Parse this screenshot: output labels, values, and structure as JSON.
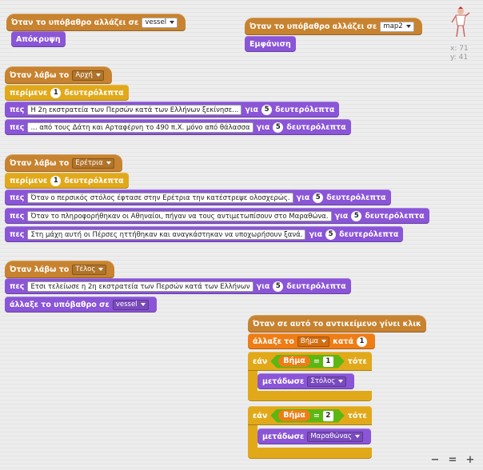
{
  "scripts": {
    "s1": {
      "hat_text": "Όταν το υπόβαθρο αλλάζει σε",
      "hat_value": "vessel",
      "b1": "Απόκρυψη"
    },
    "s2": {
      "hat_text": "Όταν το υπόβαθρο αλλάζει σε",
      "hat_value": "map2",
      "b1": "Εμφάνιση"
    },
    "s3": {
      "hat_text": "Όταν λάβω το",
      "hat_value": "Αρχή",
      "wait_label": "περίμενε",
      "wait_value": "1",
      "wait_suffix": "δευτερόλεπτα",
      "says": [
        {
          "label": "πες",
          "text": "Η 2η εκστρατεία των Περσών κατά των Ελλήνων ξεκίνησε...",
          "for_label": "για",
          "secs": "5",
          "secs_label": "δευτερόλεπτα"
        },
        {
          "label": "πες",
          "text": "... από τους Δάτη και Αρταφέρνη το 490 π.Χ. μόνο από θάλασσα",
          "for_label": "για",
          "secs": "5",
          "secs_label": "δευτερόλεπτα"
        }
      ]
    },
    "s4": {
      "hat_text": "Όταν λάβω το",
      "hat_value": "Ερέτρια",
      "wait_label": "περίμενε",
      "wait_value": "1",
      "wait_suffix": "δευτερόλεπτα",
      "says": [
        {
          "label": "πες",
          "text": "Όταν ο περσικός στόλος έφτασε στην Ερέτρια την κατέστρεψε ολοσχερώς.",
          "for_label": "για",
          "secs": "5",
          "secs_label": "δευτερόλεπτα"
        },
        {
          "label": "πες",
          "text": "Όταν το πληροφορήθηκαν οι Αθηναίοι, πήγαν να τους αντιμετωπίσουν στο Μαραθώνα.",
          "for_label": "για",
          "secs": "5",
          "secs_label": "δευτερόλεπτα"
        },
        {
          "label": "πες",
          "text": "Στη μάχη αυτή οι Πέρσες ηττήθηκαν και αναγκάστηκαν να υποχωρήσουν ξανά.",
          "for_label": "για",
          "secs": "5",
          "secs_label": "δευτερόλεπτα"
        }
      ]
    },
    "s5": {
      "hat_text": "Όταν λάβω το",
      "hat_value": "Τέλος",
      "say": {
        "label": "πες",
        "text": "Ετσι τελείωσε η 2η εκστρατεία των Περσών κατά των Ελλήνων",
        "for_label": "για",
        "secs": "5",
        "secs_label": "δευτερόλεπτα"
      },
      "switch_label": "άλλαξε το υπόβαθρο σε",
      "switch_value": "vessel"
    },
    "s6": {
      "hat_text": "Όταν σε αυτό το αντικείμενο γίνει κλικ",
      "change_label": "άλλαξε το",
      "change_var": "Βήμα",
      "change_by": "κατά",
      "change_value": "1",
      "if1": {
        "if_label": "εάν",
        "var": "Βήμα",
        "eq": "=",
        "value": "1",
        "then": "τότε",
        "broadcast_label": "μετάδωσε",
        "broadcast_value": "Στόλος"
      },
      "if2": {
        "if_label": "εάν",
        "var": "Βήμα",
        "eq": "=",
        "value": "2",
        "then": "τότε",
        "broadcast_label": "μετάδωσε",
        "broadcast_value": "Μαραθώνας"
      }
    }
  },
  "sprite_info": {
    "x_label": "x:",
    "x_value": "71",
    "y_label": "y:",
    "y_value": "41"
  },
  "zoom": {
    "out": "−",
    "reset": "=",
    "in": "+"
  },
  "colors": {
    "events": "#c88330",
    "control": "#e1a91a",
    "looks": "#8a55d7",
    "variables": "#ee7d16",
    "operators": "#5cb712"
  }
}
